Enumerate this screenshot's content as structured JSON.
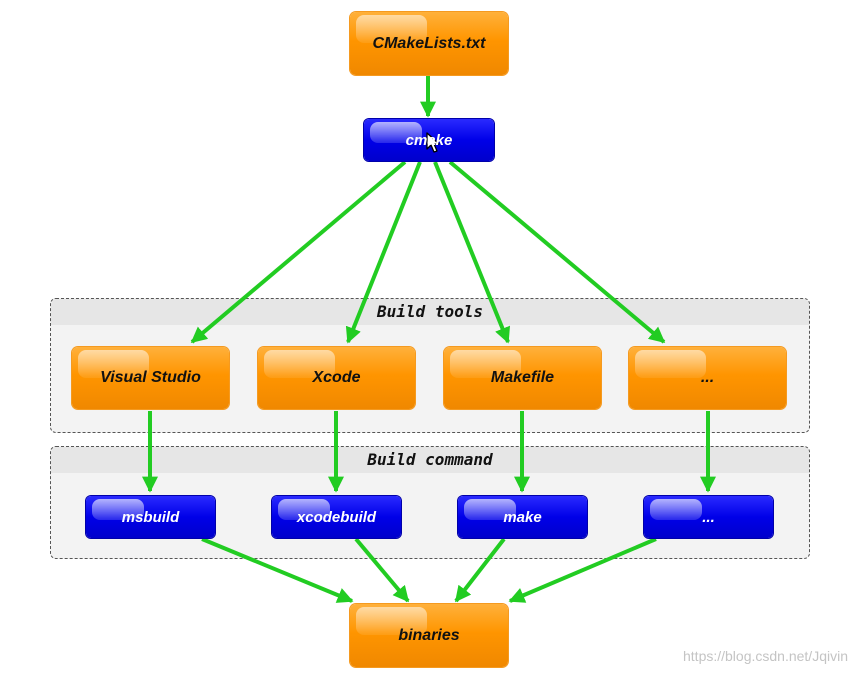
{
  "diagram": {
    "arrow_color": "#22cc22",
    "orange_color": "#ff9500",
    "blue_color": "#0000e8",
    "groups": {
      "build_tools": "Build tools",
      "build_command": "Build command"
    },
    "nodes": {
      "cmakelists": "CMakeLists.txt",
      "cmake": "cmake",
      "visual_studio": "Visual Studio",
      "xcode": "Xcode",
      "makefile": "Makefile",
      "tool_more": "...",
      "msbuild": "msbuild",
      "xcodebuild": "xcodebuild",
      "make": "make",
      "command_more": "...",
      "binaries": "binaries"
    }
  },
  "watermark": "https://blog.csdn.net/Jqivin"
}
